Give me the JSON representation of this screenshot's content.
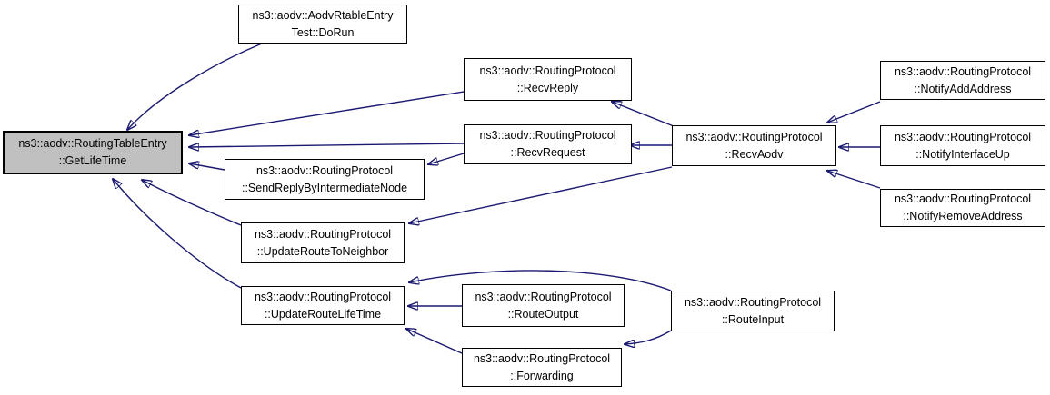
{
  "diagram": {
    "type": "call-graph",
    "root_function": "ns3::aodv::RoutingTableEntry::GetLifeTime"
  },
  "colors": {
    "edge": "#191970",
    "node_border": "#000000",
    "node_fill": "#ffffff",
    "highlight_fill": "#c0c0c0",
    "text": "#000000",
    "background": "#ffffff"
  },
  "nodes": {
    "getlifetime": {
      "line1": "ns3::aodv::RoutingTableEntry",
      "line2": "::GetLifeTime",
      "highlighted": true
    },
    "dorun": {
      "line1": "ns3::aodv::AodvRtableEntry",
      "line2": "Test::DoRun"
    },
    "recvreply": {
      "line1": "ns3::aodv::RoutingProtocol",
      "line2": "::RecvReply"
    },
    "recvrequest": {
      "line1": "ns3::aodv::RoutingProtocol",
      "line2": "::RecvRequest"
    },
    "sendreply": {
      "line1": "ns3::aodv::RoutingProtocol",
      "line2": "::SendReplyByIntermediateNode"
    },
    "updateneighbor": {
      "line1": "ns3::aodv::RoutingProtocol",
      "line2": "::UpdateRouteToNeighbor"
    },
    "updatelifetime": {
      "line1": "ns3::aodv::RoutingProtocol",
      "line2": "::UpdateRouteLifeTime"
    },
    "recvaodv": {
      "line1": "ns3::aodv::RoutingProtocol",
      "line2": "::RecvAodv"
    },
    "notifyadd": {
      "line1": "ns3::aodv::RoutingProtocol",
      "line2": "::NotifyAddAddress"
    },
    "notifyinterface": {
      "line1": "ns3::aodv::RoutingProtocol",
      "line2": "::NotifyInterfaceUp"
    },
    "notifyremove": {
      "line1": "ns3::aodv::RoutingProtocol",
      "line2": "::NotifyRemoveAddress"
    },
    "routeoutput": {
      "line1": "ns3::aodv::RoutingProtocol",
      "line2": "::RouteOutput"
    },
    "forwarding": {
      "line1": "ns3::aodv::RoutingProtocol",
      "line2": "::Forwarding"
    },
    "routeinput": {
      "line1": "ns3::aodv::RoutingProtocol",
      "line2": "::RouteInput"
    }
  },
  "edges": [
    {
      "from": "dorun",
      "to": "getlifetime"
    },
    {
      "from": "recvreply",
      "to": "getlifetime"
    },
    {
      "from": "recvrequest",
      "to": "getlifetime"
    },
    {
      "from": "sendreply",
      "to": "getlifetime"
    },
    {
      "from": "updateneighbor",
      "to": "getlifetime"
    },
    {
      "from": "updatelifetime",
      "to": "getlifetime"
    },
    {
      "from": "recvaodv",
      "to": "recvreply"
    },
    {
      "from": "recvaodv",
      "to": "recvrequest"
    },
    {
      "from": "recvrequest",
      "to": "sendreply"
    },
    {
      "from": "recvaodv",
      "to": "updateneighbor"
    },
    {
      "from": "notifyadd",
      "to": "recvaodv"
    },
    {
      "from": "notifyinterface",
      "to": "recvaodv"
    },
    {
      "from": "notifyremove",
      "to": "recvaodv"
    },
    {
      "from": "routeoutput",
      "to": "updatelifetime"
    },
    {
      "from": "routeinput",
      "to": "updatelifetime"
    },
    {
      "from": "forwarding",
      "to": "updatelifetime"
    },
    {
      "from": "routeinput",
      "to": "forwarding"
    }
  ]
}
